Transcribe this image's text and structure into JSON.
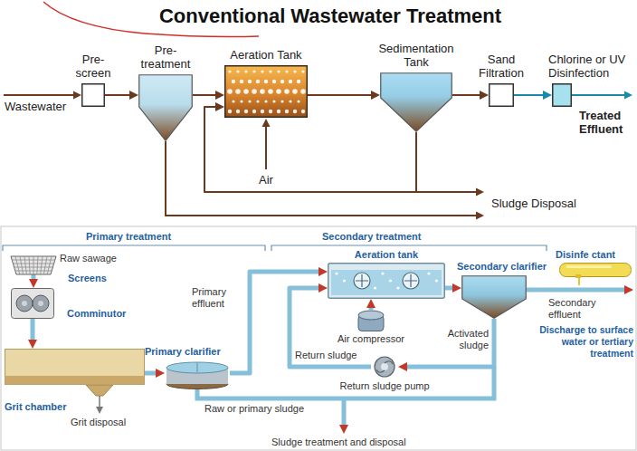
{
  "diagram": {
    "title": "Conventional Wastewater Treatment",
    "nodes": [
      {
        "text": [
          "Pre-screen"
        ]
      },
      {
        "text": [
          "Pre-treatment"
        ]
      },
      {
        "text": [
          "Aeration Tank"
        ]
      },
      {
        "text": [
          "Sedimentation Tank"
        ]
      },
      {
        "text": [
          "Sand Filtration"
        ]
      },
      {
        "text": [
          "Chlorine or UV Disinfection"
        ]
      },
      {
        "text": [
          "Screens"
        ]
      },
      {
        "text": [
          "Comminutor"
        ]
      },
      {
        "text": [
          "Grit chamber"
        ]
      },
      {
        "text": [
          "Primary clarifier"
        ]
      },
      {
        "text": [
          "Aeration tank"
        ]
      },
      {
        "text": [
          "Air compressor"
        ]
      },
      {
        "text": [
          "Return sludge pump"
        ]
      },
      {
        "text": [
          "Secondary clarifier"
        ]
      },
      {
        "text": [
          "Disinfe ctant"
        ]
      }
    ],
    "edges": [
      {
        "from": 0,
        "to": 1,
        "arrow": "to"
      },
      {
        "from": 1,
        "to": 2,
        "arrow": "to"
      },
      {
        "from": 2,
        "to": 3,
        "arrow": "to"
      },
      {
        "from": 3,
        "to": 4,
        "arrow": "to"
      },
      {
        "from": 4,
        "to": 5,
        "arrow": "to"
      },
      {
        "from": 3,
        "to": 2,
        "arrow": "to"
      },
      {
        "from": 6,
        "to": 7,
        "arrow": "to"
      },
      {
        "from": 7,
        "to": 8,
        "arrow": "to"
      },
      {
        "from": 8,
        "to": 9,
        "arrow": "to"
      },
      {
        "from": 9,
        "to": 10,
        "arrow": "to"
      },
      {
        "from": 10,
        "to": 13,
        "arrow": "to"
      },
      {
        "from": 11,
        "to": 10,
        "arrow": "to"
      },
      {
        "from": 13,
        "to": 12,
        "arrow": "to"
      },
      {
        "from": 12,
        "to": 10,
        "arrow": "to"
      }
    ],
    "labels": [
      "Wastewater",
      "Air",
      "Sludge Disposal",
      "Treated Effluent",
      "Primary treatment",
      "Secondary treatment",
      "Raw sawage",
      "Primary effluent",
      "Return sludge",
      "Secondary effluent",
      "Activated sludge",
      "Discharge to surface water or tertiary treatment",
      "Grit disposal",
      "Raw or primary sludge",
      "Sludge treatment and disposal"
    ]
  }
}
